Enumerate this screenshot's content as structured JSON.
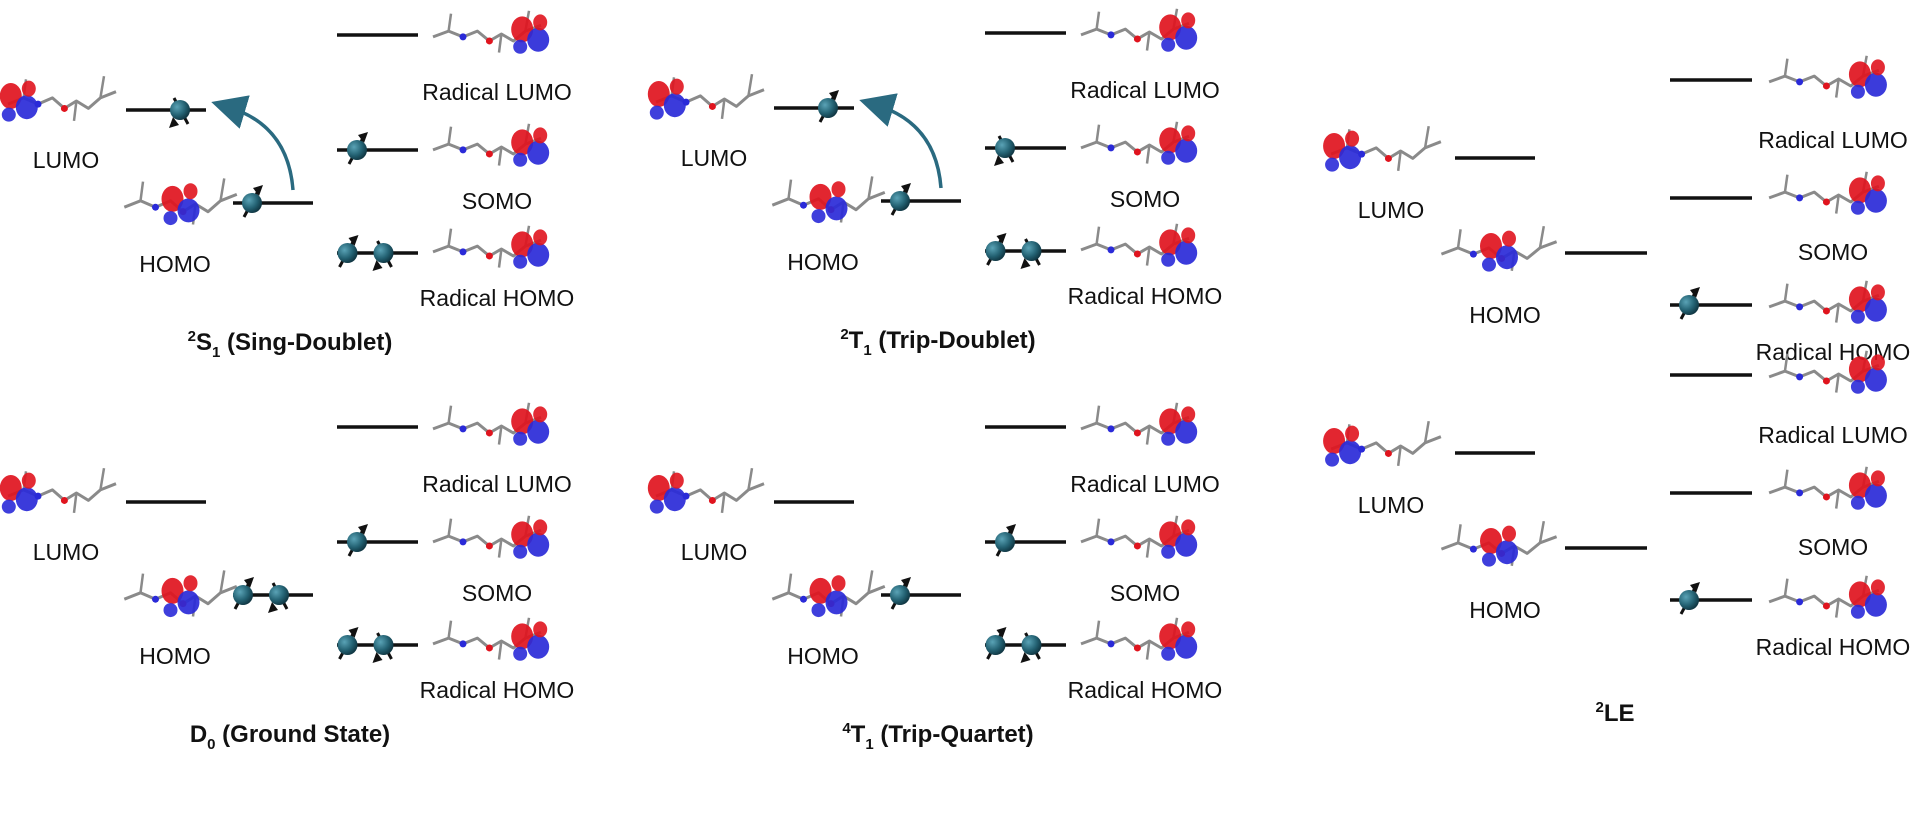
{
  "colors": {
    "level": "#111111",
    "electron": "#236172",
    "arrow": "#2a6a80",
    "lobe_red": "#e0141e",
    "lobe_blue": "#2a2ad8",
    "bond": "#8a8a8a"
  },
  "orbital_labels": {
    "lumo": "LUMO",
    "homo": "HOMO",
    "radical_lumo": "Radical LUMO",
    "somo": "SOMO",
    "radical_homo": "Radical HOMO"
  },
  "panels": [
    {
      "id": "sing-doublet",
      "title_sup": "2",
      "title_main": "S",
      "title_sub": "1",
      "title_rest": " (Sing-Doublet)",
      "occupancy": {
        "lumo": 1,
        "homo": 1,
        "radical_lumo": 0,
        "somo": 1,
        "radical_homo": 2
      },
      "transition_arrow": true
    },
    {
      "id": "trip-doublet",
      "title_sup": "2",
      "title_main": "T",
      "title_sub": "1",
      "title_rest": " (Trip-Doublet)",
      "occupancy": {
        "lumo": 1,
        "homo": 1,
        "radical_lumo": 0,
        "somo": 1,
        "radical_homo": 2
      },
      "transition_arrow": true
    },
    {
      "id": "le-upper",
      "title_sup": "",
      "title_main": "",
      "title_sub": "",
      "title_rest": "",
      "occupancy": {
        "lumo": 0,
        "homo": 0,
        "radical_lumo": 0,
        "somo": 0,
        "radical_homo": 1
      },
      "transition_arrow": false
    },
    {
      "id": "ground-state",
      "title_sup": "",
      "title_main": "D",
      "title_sub": "0",
      "title_rest": " (Ground State)",
      "occupancy": {
        "lumo": 0,
        "homo": 2,
        "radical_lumo": 0,
        "somo": 1,
        "radical_homo": 2
      },
      "transition_arrow": false
    },
    {
      "id": "trip-quartet",
      "title_sup": "4",
      "title_main": "T",
      "title_sub": "1",
      "title_rest": " (Trip-Quartet)",
      "occupancy": {
        "lumo": 0,
        "homo": 1,
        "radical_lumo": 0,
        "somo": 1,
        "radical_homo": 2
      },
      "transition_arrow": false
    },
    {
      "id": "le",
      "title_sup": "2",
      "title_main": "LE",
      "title_sub": "",
      "title_rest": "",
      "occupancy": {
        "lumo": 0,
        "homo": 0,
        "radical_lumo": 0,
        "somo": 0,
        "radical_homo": 1
      },
      "transition_arrow": false
    }
  ]
}
